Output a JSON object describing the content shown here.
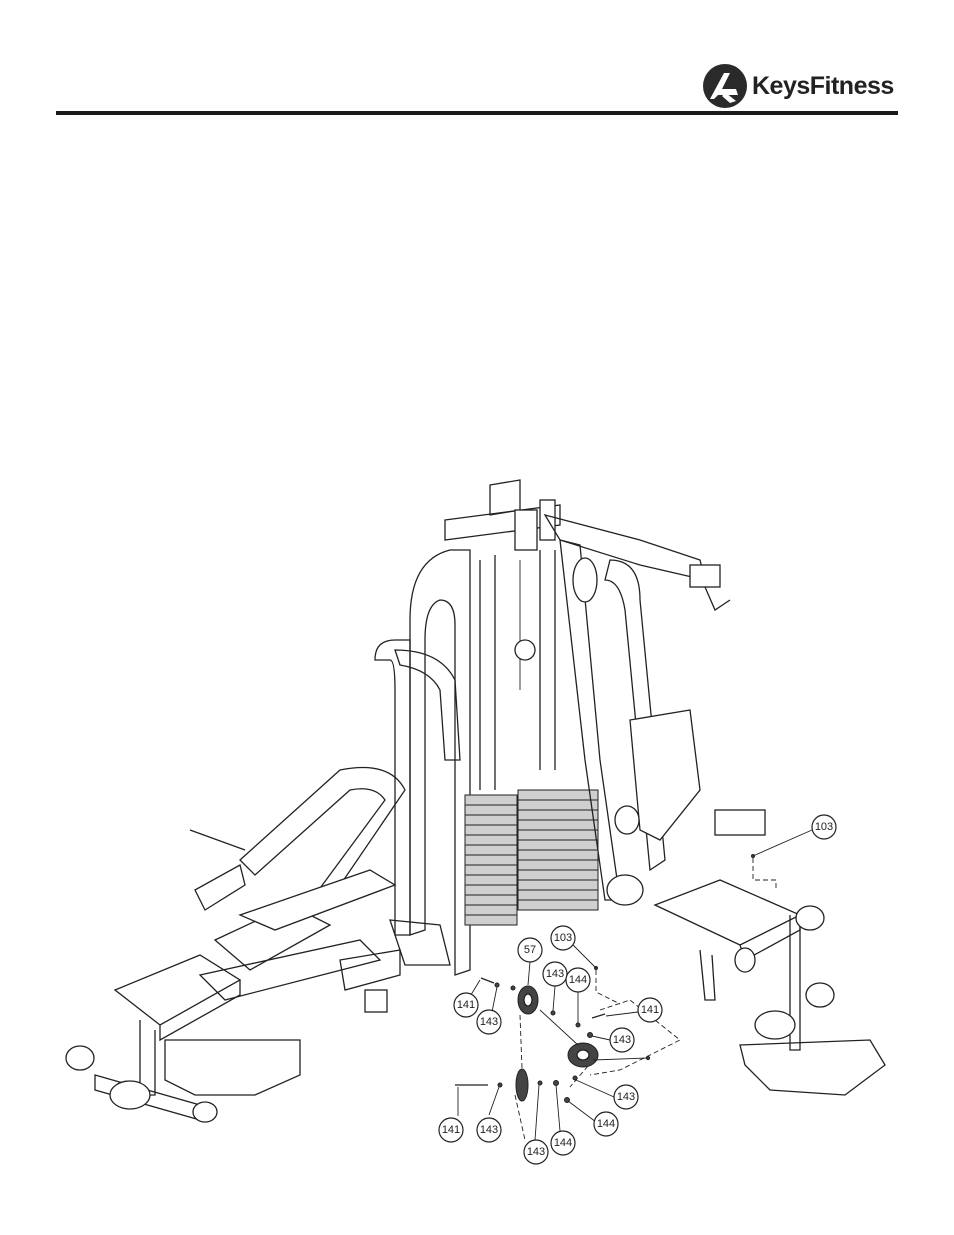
{
  "header": {
    "brand_strong": "Keys",
    "brand_rest": "Fitness"
  },
  "diagram": {
    "callouts": [
      {
        "id": "c103a",
        "label": "103"
      },
      {
        "id": "c103b",
        "label": "103"
      },
      {
        "id": "c57",
        "label": "57"
      },
      {
        "id": "c141a",
        "label": "141"
      },
      {
        "id": "c143a",
        "label": "143"
      },
      {
        "id": "c143b",
        "label": "143"
      },
      {
        "id": "c144a",
        "label": "144"
      },
      {
        "id": "c141b",
        "label": "141"
      },
      {
        "id": "c143c",
        "label": "143"
      },
      {
        "id": "c143d",
        "label": "143"
      },
      {
        "id": "c144b",
        "label": "144"
      },
      {
        "id": "c141c",
        "label": "141"
      },
      {
        "id": "c143e",
        "label": "143"
      },
      {
        "id": "c143f",
        "label": "143"
      },
      {
        "id": "c144c",
        "label": "144"
      }
    ]
  }
}
